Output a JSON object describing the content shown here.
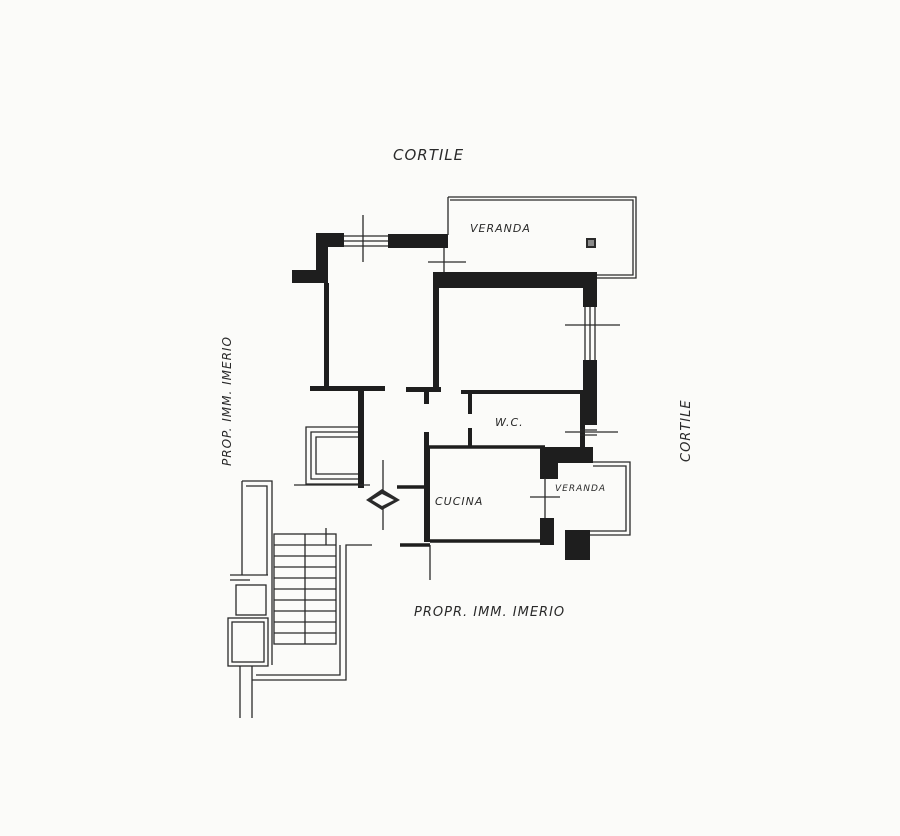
{
  "labels": {
    "top": "CORTILE",
    "right": "CORTILE",
    "left": "PROP. IMM. IMERIO",
    "bottom": "PROPR. IMM. IMERIO",
    "veranda_top": "VERANDA",
    "wc": "W.C.",
    "cucina": "CUCINA",
    "veranda_small": "VERANDA"
  }
}
